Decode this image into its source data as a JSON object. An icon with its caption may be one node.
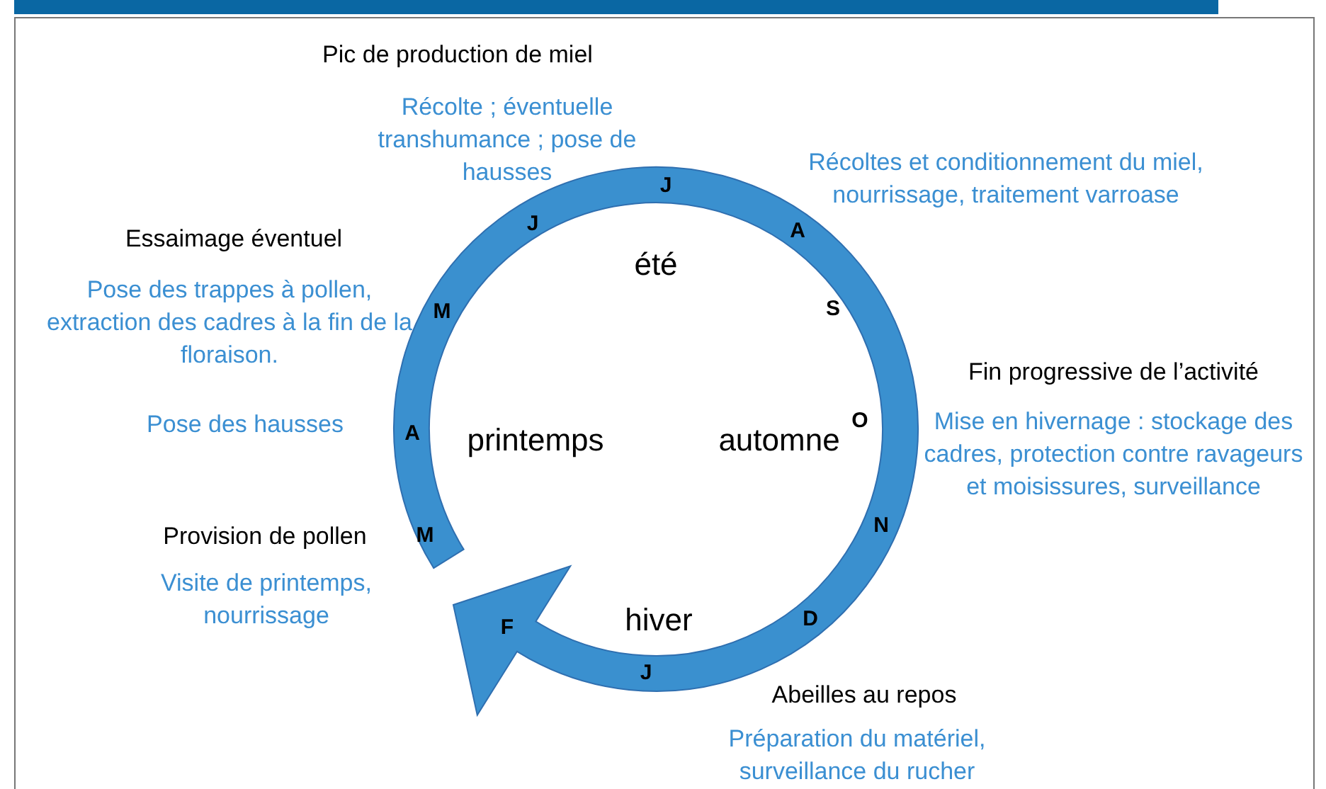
{
  "diagram": {
    "labels": [
      "Pic de production de miel",
      "Récolte ; éventuelle transhumance ; pose de hausses",
      "J",
      "Récoltes et conditionnement du miel, nourrissage, traitement varroase",
      "Essaimage éventuel",
      "J",
      "été",
      "A",
      "Pose des trappes à pollen, extraction des cadres à la fin de la floraison.",
      "M",
      "S",
      "Fin progressive de l’activité",
      "Pose des hausses",
      "A",
      "printemps",
      "automne",
      "O",
      "Mise en hivernage : stockage des cadres, protection contre ravageurs et moisissures, surveillance",
      "Provision de pollen",
      "M",
      "N",
      "Visite de printemps, nourrissage",
      "F",
      "hiver",
      "D",
      "J",
      "Abeilles au repos",
      "Préparation du matériel, surveillance du rucher"
    ]
  }
}
